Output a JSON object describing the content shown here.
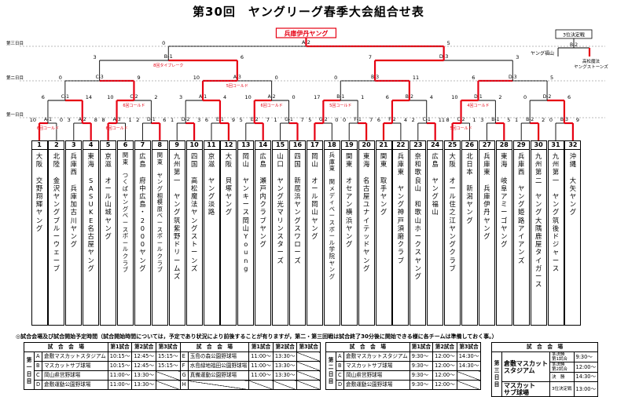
{
  "title": "第30回　ヤングリーグ春季大会組合せ表",
  "champion": "兵庫伊丹ヤング",
  "third_place": {
    "label": "3位決定戦",
    "match_id": "B-2",
    "left_team": "ヤング福山",
    "right_team": "高松魔法\nヤングストーンズ"
  },
  "day_labels": {
    "day1": "第一日目",
    "day2": "第二日目",
    "day3": "第三日目"
  },
  "bracket": {
    "final": {
      "id": "A-2",
      "left_score": "0",
      "right_score": "5"
    },
    "semi": [
      {
        "id": "B-1",
        "left_score": "3",
        "right_score": "6",
        "note": "8回タイブレーク"
      },
      {
        "id": "D-3",
        "left_score": "7",
        "right_score": "3"
      }
    ],
    "quarter": [
      {
        "id": "C-3",
        "left_score": "0",
        "right_score": "9"
      },
      {
        "id": "A-3",
        "left_score": "10",
        "right_score": "0",
        "note": "5回コールド"
      },
      {
        "id": "B-3",
        "left_score": "0",
        "right_score": "11"
      },
      {
        "id": "D-3",
        "left_score": "6",
        "right_score": "5"
      }
    ],
    "r16": [
      {
        "id": "C-1",
        "left_score": "6",
        "right_score": "14"
      },
      {
        "id": "C-2",
        "left_score": "10",
        "right_score": "2",
        "note": "6回コールド"
      },
      {
        "id": "A-1",
        "left_score": "3",
        "right_score": "4"
      },
      {
        "id": "A-2",
        "left_score": "10",
        "right_score": "0",
        "note": "6回コールド"
      },
      {
        "id": "B-1",
        "left_score": "17",
        "right_score": "1",
        "note": "5回コールド"
      },
      {
        "id": "B-2",
        "left_score": "6",
        "right_score": "4"
      },
      {
        "id": "D-1",
        "left_score": "10",
        "right_score": "2",
        "note": "4回コールド"
      },
      {
        "id": "D-2",
        "left_score": "0",
        "right_score": "6"
      }
    ],
    "r32": [
      {
        "id": "A-1",
        "left_score": "10",
        "right_score": "0",
        "note": "6回コールド"
      },
      {
        "id": "A-2",
        "left_score": "3",
        "right_score": "8"
      },
      {
        "id": "A-3",
        "left_score": "8",
        "right_score": "1",
        "note": "6回コールド"
      },
      {
        "id": "D-1",
        "left_score": "2",
        "right_score": "6"
      },
      {
        "id": "D-2",
        "left_score": "1",
        "right_score": "3"
      },
      {
        "id": "E-1",
        "left_score": "6",
        "right_score": "9"
      },
      {
        "id": "E-2",
        "left_score": "5",
        "right_score": "7"
      },
      {
        "id": "G-1",
        "left_score": "1",
        "right_score": "7"
      },
      {
        "id": "G-2",
        "left_score": "5",
        "right_score": "0"
      },
      {
        "id": "F-1",
        "left_score": "0",
        "right_score": "7"
      },
      {
        "id": "F-2",
        "left_score": "6",
        "right_score": "4"
      },
      {
        "id": "C-1",
        "left_score": "2",
        "right_score": "11"
      },
      {
        "id": "C-2",
        "left_score": "8",
        "right_score": "1",
        "note": "5回コールド"
      },
      {
        "id": "B-1",
        "left_score": "3",
        "right_score": "5"
      },
      {
        "id": "B-2",
        "left_score": "1",
        "right_score": "2"
      },
      {
        "id": "B-3",
        "left_score": "0",
        "right_score": "9"
      }
    ]
  },
  "teams": [
    {
      "num": "1",
      "name": "大阪\n交野翔輝ヤング"
    },
    {
      "num": "2",
      "name": "北陸\n金沢ヤングブルーウェーブ"
    },
    {
      "num": "3",
      "name": "兵庫西\n兵庫加古川ヤング"
    },
    {
      "num": "4",
      "name": "東海\nSASUKE名古屋ヤング"
    },
    {
      "num": "5",
      "name": "京滋\nオール山城ヤング"
    },
    {
      "num": "6",
      "name": "関東\nつくばヤングベースボールクラブ"
    },
    {
      "num": "7",
      "name": "広島\n府中広島・2000ヤング"
    },
    {
      "num": "8",
      "name": "関東\nヤング相模原ベースボールクラブ"
    },
    {
      "num": "9",
      "name": "九州第一\nヤング筑紫野ドリームズ"
    },
    {
      "num": "10",
      "name": "四国\n高松魔法ヤングストーンズ"
    },
    {
      "num": "11",
      "name": "京滋\nヤング淡路"
    },
    {
      "num": "12",
      "name": "大阪\n貝塚ヤング"
    },
    {
      "num": "13",
      "name": "岡山\nヤンキース岡山Young"
    },
    {
      "num": "14",
      "name": "広島\n瀬戸内クラブヤング"
    },
    {
      "num": "15",
      "name": "山口\nヤング光マリンスターズ"
    },
    {
      "num": "16",
      "name": "四国\n新居浜ヤングスワローズ"
    },
    {
      "num": "17",
      "name": "岡山\nオール岡山ヤング"
    },
    {
      "num": "18",
      "name": "兵庫東\n関メディベースボール学院ヤング"
    },
    {
      "num": "19",
      "name": "関東\nオセアン横浜ヤング"
    },
    {
      "num": "20",
      "name": "東海\n名古屋ユナイテッドヤング"
    },
    {
      "num": "21",
      "name": "関東\n取手ヤング"
    },
    {
      "num": "22",
      "name": "兵庫東\nヤング神戸須磨クラブ"
    },
    {
      "num": "23",
      "name": "奈和歌良山\n和歌山ホークスヤング"
    },
    {
      "num": "24",
      "name": "広島\nヤング福山"
    },
    {
      "num": "25",
      "name": "大阪\nオール住之江ヤングクラブ"
    },
    {
      "num": "26",
      "name": "北日本\n新潟ヤング"
    },
    {
      "num": "27",
      "name": "兵庫東\n兵庫伊丹ヤング"
    },
    {
      "num": "28",
      "name": "東海\n岐阜アミーゴヤング"
    },
    {
      "num": "29",
      "name": "兵庫西\nヤング姫路アイアンズ"
    },
    {
      "num": "30",
      "name": "九州第二\nヤング大隅鹿屋タイガース"
    },
    {
      "num": "31",
      "name": "九州第一\nヤング筑後ドジャース"
    },
    {
      "num": "32",
      "name": "沖縄\n大矢ヤング"
    }
  ],
  "schedule": {
    "note": "◎試合会場及び試合開始予定時間（試合開始時間については，予定であり状況により前後することが有りますが，第二・第三回戦は試合終了30分後に開始できる様に各チームは準備しておく事。）",
    "headers": {
      "venue": "試　合　会　場",
      "g1": "第1試合",
      "g2": "第2試合",
      "g3": "第3試合"
    },
    "day1_label": "第一日目",
    "day1_left": [
      {
        "code": "A",
        "venue": "倉敷マスカットスタジアム",
        "g1": "10:15〜",
        "g2": "12:45〜",
        "g3": "15:15〜"
      },
      {
        "code": "B",
        "venue": "マスカットサブ球場",
        "g1": "10:15〜",
        "g2": "12:45〜",
        "g3": "15:15〜"
      },
      {
        "code": "C",
        "venue": "岡山県営野球場",
        "g1": "11:00〜",
        "g2": "13:30〜",
        "g3": ""
      },
      {
        "code": "D",
        "venue": "倉敷運動公園野球場",
        "g1": "11:00〜",
        "g2": "13:30〜",
        "g3": ""
      }
    ],
    "day1_right": [
      {
        "code": "E",
        "venue": "玉島の森公園野球場",
        "g1": "11:00〜",
        "g2": "13:30〜",
        "g3": ""
      },
      {
        "code": "F",
        "venue": "水島緑地福田公園野球場",
        "g1": "11:00〜",
        "g2": "13:30〜",
        "g3": ""
      },
      {
        "code": "G",
        "venue": "真備運動公園野球場",
        "g1": "11:00〜",
        "g2": "13:30〜",
        "g3": ""
      },
      {
        "code": "H",
        "venue": "",
        "g1": "",
        "g2": "",
        "g3": ""
      }
    ],
    "day2_label": "第二日目",
    "day2": [
      {
        "code": "A",
        "venue": "倉敷マスカットスタジアム",
        "g1": "9:30〜",
        "g2": "12:00〜",
        "g3": "14:30〜"
      },
      {
        "code": "B",
        "venue": "マスカットサブ球場",
        "g1": "9:30〜",
        "g2": "12:00〜",
        "g3": "14:30〜"
      },
      {
        "code": "C",
        "venue": "岡山県営野球場",
        "g1": "9:30〜",
        "g2": "12:00〜",
        "g3": ""
      },
      {
        "code": "D",
        "venue": "倉敷運動公園野球場",
        "g1": "9:30〜",
        "g2": "12:00〜",
        "g3": ""
      }
    ],
    "day3_label": "第三日目",
    "day3_headers": {
      "venue": "試　合　会　場"
    },
    "day3": [
      {
        "venue": "倉敷マスカット\nスタジアム",
        "slot1": "準決勝\n第1試合",
        "time1": "9:30〜",
        "slot2": "準決勝\n第2試合",
        "time2": "12:00〜",
        "slot3": "決　勝",
        "time3": "14:30〜"
      },
      {
        "venue": "マスカット\nサブ球場",
        "slot1": "3位決定戦",
        "time1": "13:00〜",
        "slot2": "",
        "time2": "",
        "slot3": "",
        "time3": ""
      }
    ]
  }
}
